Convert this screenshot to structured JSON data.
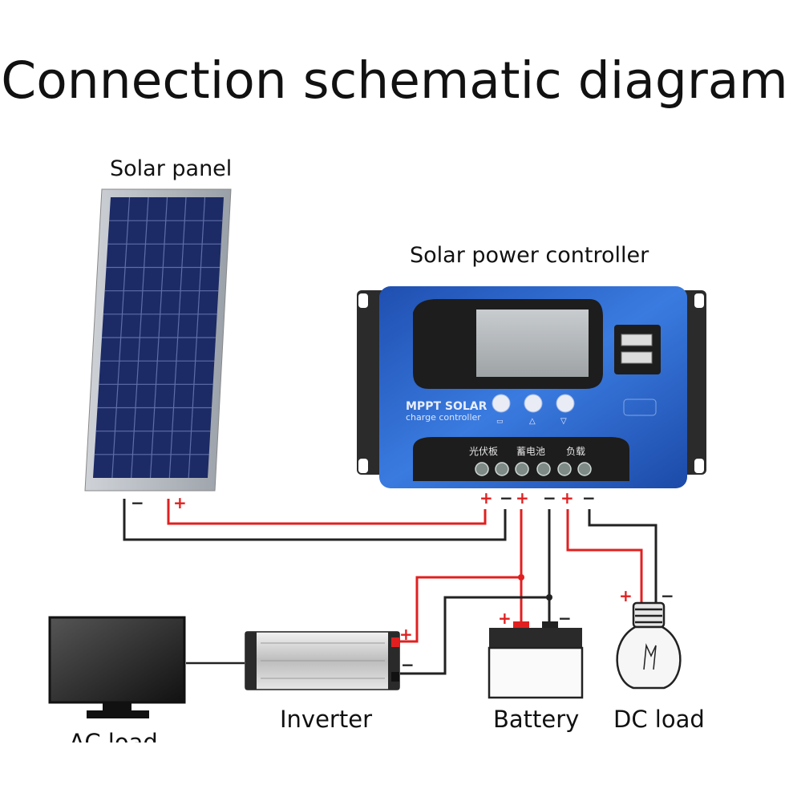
{
  "title": "Connection schematic diagram",
  "labels": {
    "solar_panel": "Solar panel",
    "controller": "Solar power controller",
    "inverter": "Inverter",
    "battery": "Battery",
    "dc_load": "DC load",
    "ac_load": "AC load"
  },
  "controller": {
    "brand_line1": "MPPT SOLAR",
    "brand_line2": "charge controller",
    "terminal_groups": [
      "光伏板",
      "蓄电池",
      "负载"
    ]
  },
  "polarity": {
    "plus": "+",
    "minus": "−"
  },
  "colors": {
    "positive_wire": "#e02020",
    "negative_wire": "#222222",
    "controller_blue": "#2a64c8",
    "panel_cell": "#1c2a66"
  }
}
